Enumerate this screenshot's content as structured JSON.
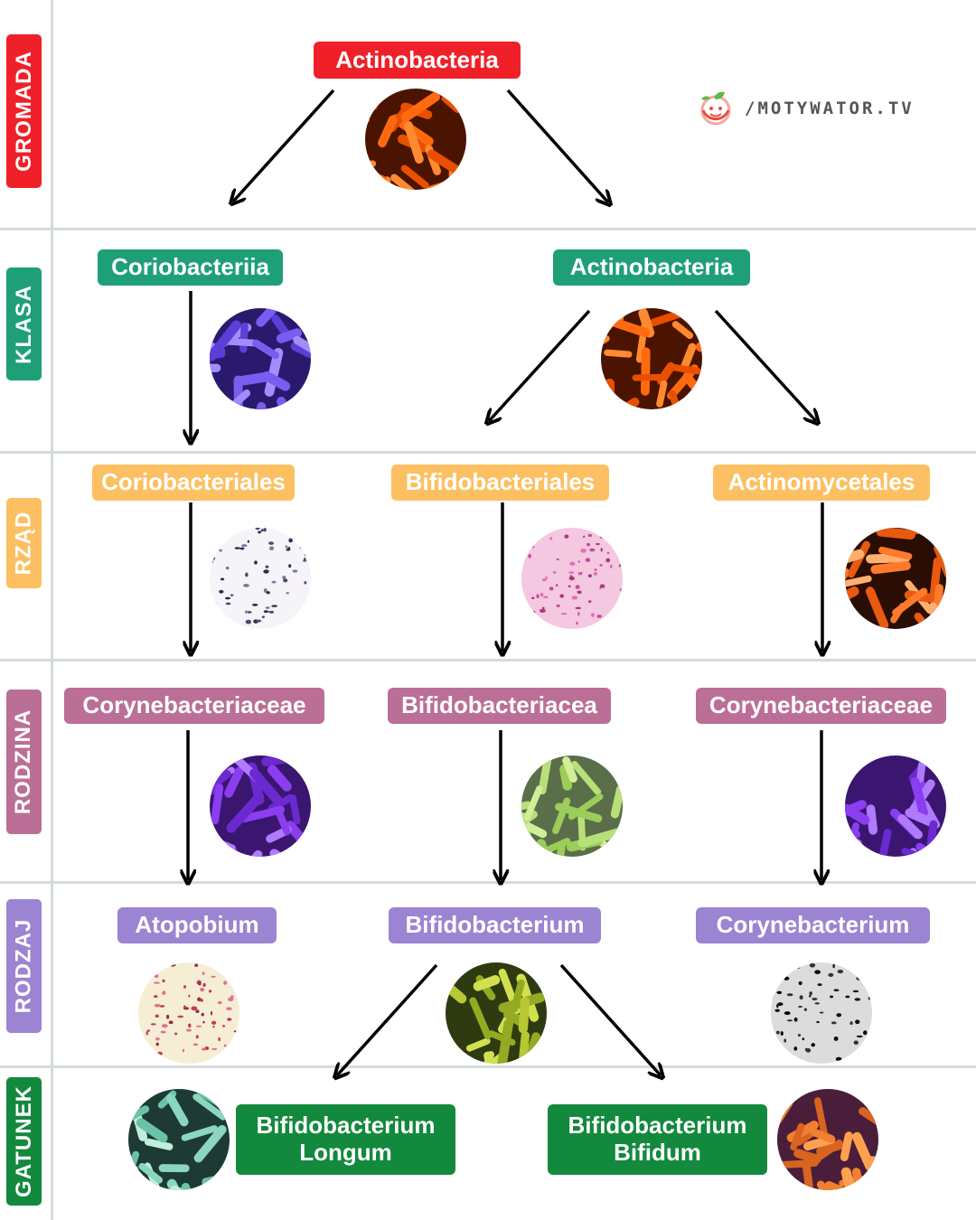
{
  "colors": {
    "gromada": "#ef2028",
    "klasa": "#1e9f78",
    "rzad": "#fcc062",
    "rodzina": "#bb6f96",
    "rodzaj": "#9b84d2",
    "gatunek": "#12893c"
  },
  "logo": {
    "icon": "smiling-face-leaf-icon",
    "text": "/MOTYWATOR.TV"
  },
  "rows": {
    "gromada": "GROMADA",
    "klasa": "KLASA",
    "rzad": "RZĄD",
    "rodzina": "RODZINA",
    "rodzaj": "RODZAJ",
    "gatunek": "GATUNEK"
  },
  "nodes": {
    "phylum": "Actinobacteria",
    "class_left": "Coriobacteriia",
    "class_right": "Actinobacteria",
    "order_1": "Coriobacteriales",
    "order_2": "Bifidobacteriales",
    "order_3": "Actinomycetales",
    "family_1": "Corynebacteriaceae",
    "family_2": "Bifidobacteriacea",
    "family_3": "Corynebacteriaceae",
    "genus_1": "Atopobium",
    "genus_2": "Bifidobacterium",
    "genus_3": "Corynebacterium",
    "species_1": {
      "line1": "Bifidobacterium",
      "line2": "Longum"
    },
    "species_2": {
      "line1": "Bifidobacterium",
      "line2": "Bifidum"
    }
  },
  "images": [
    {
      "name": "orange-rod-bacteria-image",
      "style": "orange-rods"
    },
    {
      "name": "purple-rod-bacteria-image",
      "style": "blue-rods"
    },
    {
      "name": "orange-rod-bacteria-image-2",
      "style": "orange-rods"
    },
    {
      "name": "stained-dots-micrograph-image",
      "style": "dots-grey"
    },
    {
      "name": "pink-stained-micrograph-image",
      "style": "dots-pink"
    },
    {
      "name": "orange-filament-bacteria-image",
      "style": "filaments"
    },
    {
      "name": "violet-rod-bacteria-image",
      "style": "violet-rods"
    },
    {
      "name": "green-rod-bacteria-image",
      "style": "green-chain"
    },
    {
      "name": "violet-rod-bacteria-image-2",
      "style": "violet-rods"
    },
    {
      "name": "stained-smear-micrograph-image",
      "style": "smear"
    },
    {
      "name": "yellow-green-rod-bacteria-image",
      "style": "yellow-rods"
    },
    {
      "name": "black-dots-micrograph-image",
      "style": "dots-black"
    },
    {
      "name": "teal-rod-bacteria-image",
      "style": "teal-rods"
    },
    {
      "name": "orange-purple-rod-bacteria-image",
      "style": "orange-purple"
    }
  ]
}
